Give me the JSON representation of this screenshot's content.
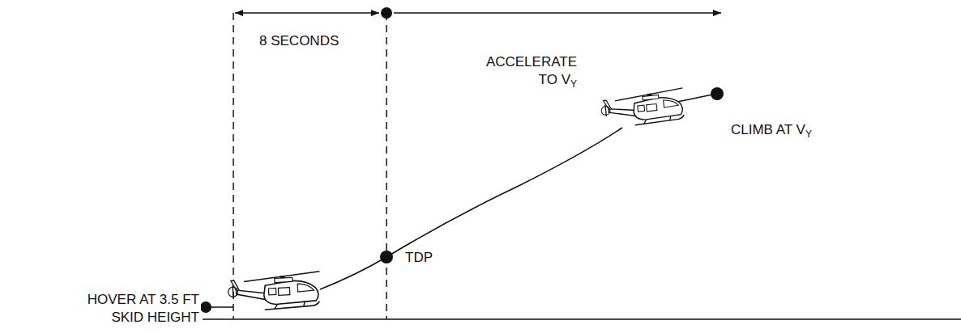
{
  "diagram": {
    "labels": [
      "8 SECONDS",
      "ACCELERATE TO VY",
      "CLIMB AT VY",
      "TDP",
      "HOVER AT 3.5 FT SKID HEIGHT"
    ]
  }
}
